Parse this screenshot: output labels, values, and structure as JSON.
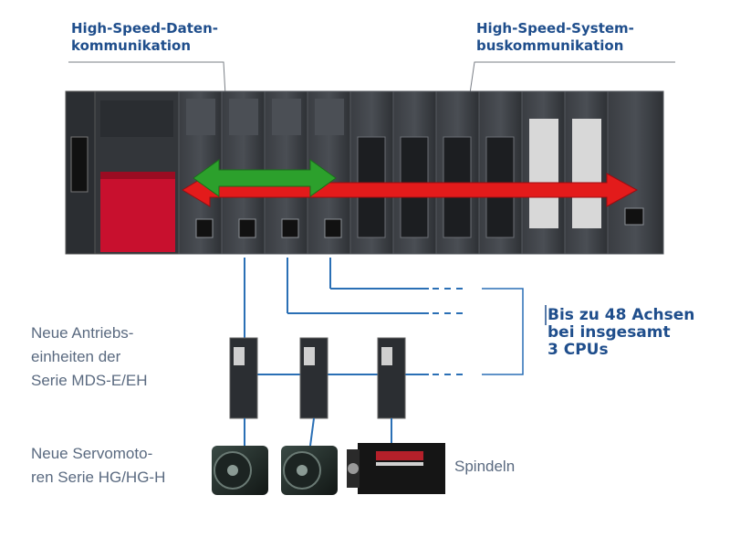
{
  "labels": {
    "data_comm": "High-Speed-Daten-\nkommunikation",
    "system_bus": "High-Speed-System-\nbuskommunikation",
    "drives": "Neue Antriebs-\neinheiten der\nSerie MDS-E/EH",
    "servo": "Neue Servomoto-\nren Serie HG/HG-H",
    "spindles": "Spindeln",
    "axes": "Bis zu 48 Achsen\nbei insgesamt\n3 CPUs"
  },
  "colors": {
    "heading": "#1f4e8c",
    "side_text": "#5a6a80",
    "green_arrow": "#2ca02c",
    "red_arrow": "#e31b1b",
    "module_red": "#c8102e",
    "cable": "#2a6fb5"
  },
  "icons": [
    "plc-rack",
    "cpu-module",
    "io-module",
    "servo-drive-unit",
    "servo-motor",
    "spindle-motor"
  ]
}
